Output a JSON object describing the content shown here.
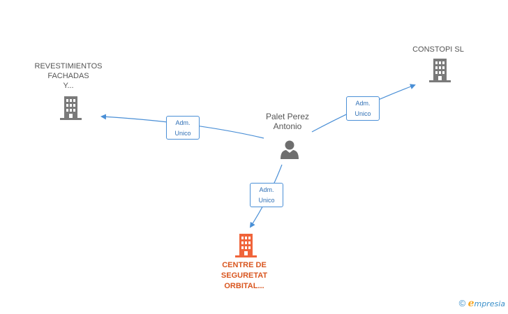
{
  "nodes": {
    "revestimientos": {
      "label_lines": [
        "REVESTIMIENTOS",
        "FACHADAS",
        "Y..."
      ]
    },
    "constopi": {
      "label_lines": [
        "CONSTOPI SL"
      ]
    },
    "person": {
      "label_lines": [
        "Palet Perez",
        "Antonio"
      ]
    },
    "centre": {
      "label_lines": [
        "CENTRE DE",
        "SEGURETAT",
        "ORBITAL..."
      ]
    }
  },
  "edges": {
    "to_revestimientos": {
      "label_lines": [
        "Adm.",
        "Unico"
      ]
    },
    "to_constopi": {
      "label_lines": [
        "Adm.",
        "Unico"
      ]
    },
    "to_centre": {
      "label_lines": [
        "Adm.",
        "Unico"
      ]
    }
  },
  "credit": {
    "copyright": "©",
    "brand_initial": "e",
    "brand_rest": "mpresia"
  },
  "colors": {
    "edge": "#4a8fd6",
    "company_icon": "#7a7a7a",
    "center_icon": "#f0643a",
    "person_icon": "#6e6e6e",
    "center_label": "#d9561f"
  }
}
